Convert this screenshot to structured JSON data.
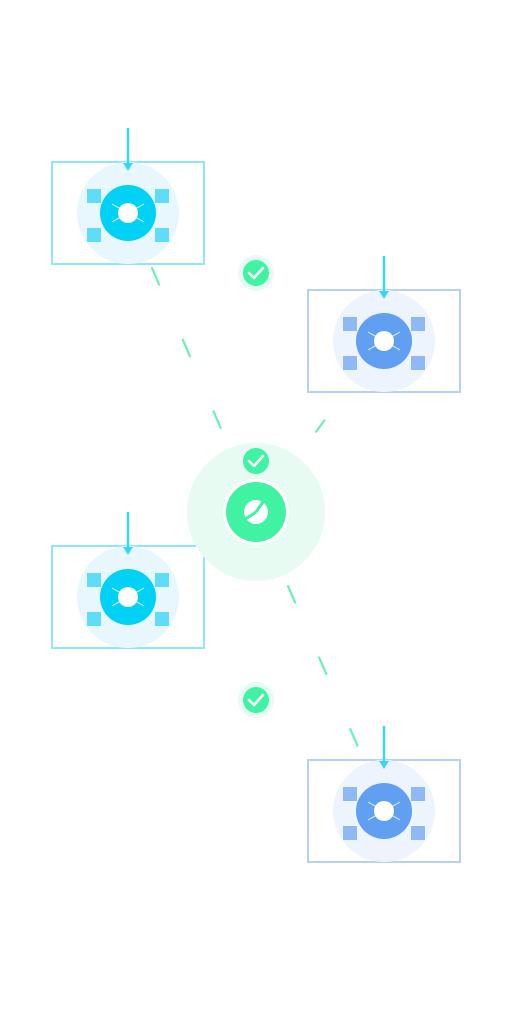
{
  "colors": {
    "background": "#ffffff",
    "cyan": "#00d1f5",
    "cyan_light": "#5fdcf7",
    "cyan_frame": "#8fe6fb",
    "cyan_halo": "#e7f7fd",
    "blue": "#619ff2",
    "blue_light": "#8eb9f5",
    "blue_frame": "#b6d1f8",
    "blue_halo": "#eef4fd",
    "green": "#3ff3a2",
    "green_halo": "#e8fbf2",
    "green_line": "#6cefb5"
  },
  "hub": {
    "icon": "pie-chart-icon",
    "color": "green"
  },
  "nodes": [
    {
      "id": "node-1",
      "icon": "gear-icon",
      "theme": "cyan"
    },
    {
      "id": "node-2",
      "icon": "gear-icon",
      "theme": "blue"
    },
    {
      "id": "node-3",
      "icon": "gear-icon",
      "theme": "cyan"
    },
    {
      "id": "node-4",
      "icon": "gear-icon",
      "theme": "blue"
    }
  ],
  "checks": [
    {
      "id": "check-1",
      "icon": "check-icon"
    },
    {
      "id": "check-2",
      "icon": "check-icon"
    },
    {
      "id": "check-3",
      "icon": "check-icon"
    }
  ]
}
